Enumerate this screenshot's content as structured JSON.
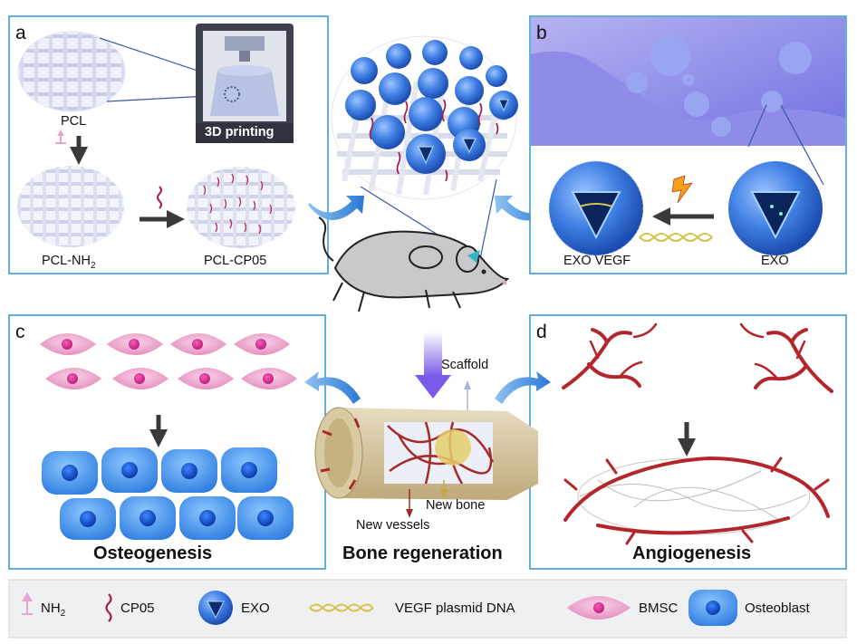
{
  "panels": {
    "a": {
      "letter": "a",
      "pcl": "PCL",
      "printer_label": "3D printing",
      "pcl_nh2_base": "PCL-NH",
      "pcl_nh2_sub": "2",
      "pcl_cp05": "PCL-CP05"
    },
    "b": {
      "letter": "b",
      "exo_vegf": "EXO VEGF",
      "exo": "EXO"
    },
    "c": {
      "letter": "c",
      "title": "Osteogenesis"
    },
    "d": {
      "letter": "d",
      "title": "Angiogenesis"
    }
  },
  "center": {
    "scaffold": "Scaffold",
    "new_bone": "New bone",
    "new_vessels": "New vessels",
    "title": "Bone regeneration"
  },
  "legend": {
    "nh2_base": "NH",
    "nh2_sub": "2",
    "cp05": "CP05",
    "exo": "EXO",
    "vegf": "VEGF plasmid DNA",
    "bmsc": "BMSC",
    "osteoblast": "Osteoblast"
  },
  "colors": {
    "panel_border": "#3b9bd6",
    "sphere_blue": "#3d7fe0",
    "cp05_red": "#a3214a",
    "bmsc_pink": "#e99ac4",
    "osteoblast_blue": "#2e84e4",
    "vessel_red": "#b3262c",
    "arrow_dark": "#3a3a3a",
    "legend_bg": "#eef0f2"
  },
  "icons": [
    "nh2-icon",
    "cp05-icon",
    "exo-icon",
    "dna-icon",
    "bmsc-icon",
    "osteoblast-icon",
    "printer-icon",
    "mouse-icon",
    "bone-icon",
    "lightning-icon"
  ]
}
